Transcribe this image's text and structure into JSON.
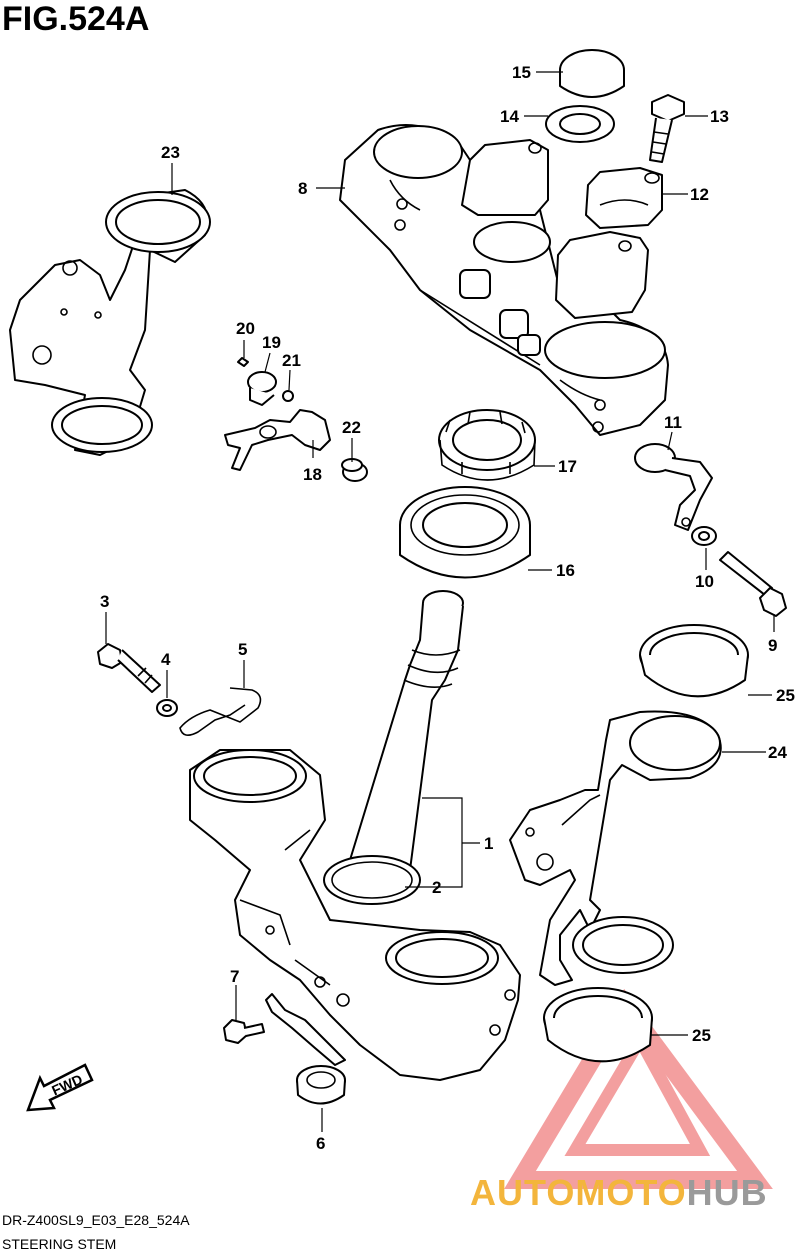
{
  "figure": {
    "title": "FIG.524A"
  },
  "footer": {
    "code": "DR-Z400SL9_E03_E28_524A",
    "name": "STEERING STEM"
  },
  "direction_label": "FWD",
  "watermark": {
    "part_a": "AUTOMOTO",
    "part_b": "HUB",
    "accent": "#f3b53c",
    "gray": "#9a9a9a",
    "triangle": "#f08080"
  },
  "callouts": [
    {
      "id": "c1",
      "label": "1"
    },
    {
      "id": "c2",
      "label": "2"
    },
    {
      "id": "c3",
      "label": "3"
    },
    {
      "id": "c4",
      "label": "4"
    },
    {
      "id": "c5",
      "label": "5"
    },
    {
      "id": "c6",
      "label": "6"
    },
    {
      "id": "c7",
      "label": "7"
    },
    {
      "id": "c8",
      "label": "8"
    },
    {
      "id": "c9",
      "label": "9"
    },
    {
      "id": "c10",
      "label": "10"
    },
    {
      "id": "c11",
      "label": "11"
    },
    {
      "id": "c12",
      "label": "12"
    },
    {
      "id": "c13",
      "label": "13"
    },
    {
      "id": "c14",
      "label": "14"
    },
    {
      "id": "c15",
      "label": "15"
    },
    {
      "id": "c16",
      "label": "16"
    },
    {
      "id": "c17",
      "label": "17"
    },
    {
      "id": "c18",
      "label": "18"
    },
    {
      "id": "c19",
      "label": "19"
    },
    {
      "id": "c20",
      "label": "20"
    },
    {
      "id": "c21",
      "label": "21"
    },
    {
      "id": "c22",
      "label": "22"
    },
    {
      "id": "c23",
      "label": "23"
    },
    {
      "id": "c24",
      "label": "24"
    },
    {
      "id": "c25a",
      "label": "25"
    },
    {
      "id": "c25b",
      "label": "25"
    }
  ]
}
